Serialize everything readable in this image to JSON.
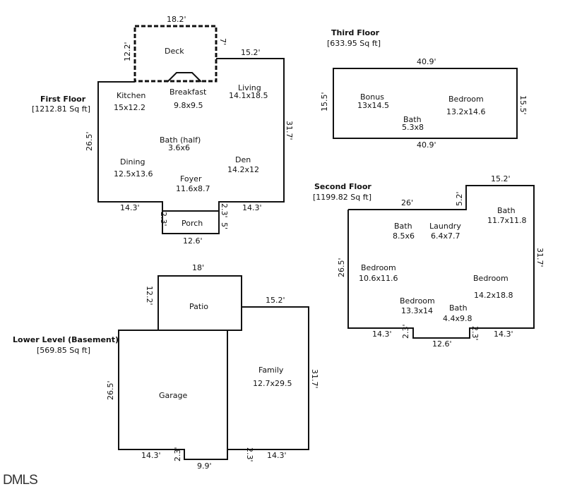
{
  "floors": {
    "first": {
      "title": "First Floor",
      "sqft": "[1212.81 Sq ft]",
      "rooms": [
        {
          "name": "Kitchen",
          "size": "15x12.2"
        },
        {
          "name": "Breakfast",
          "size": "9.8x9.5"
        },
        {
          "name": "Living",
          "size": "14.1x18.5"
        },
        {
          "name": "Bath (half)",
          "size": "3.6x6"
        },
        {
          "name": "Dining",
          "size": "12.5x13.6"
        },
        {
          "name": "Den",
          "size": "14.2x12"
        },
        {
          "name": "Foyer",
          "size": "11.6x8.7"
        },
        {
          "name": "Deck",
          "size": ""
        },
        {
          "name": "Porch",
          "size": ""
        }
      ],
      "dims": [
        "18.2'",
        "12.2'",
        "7'",
        "15.2'",
        "26.5'",
        "31.7'",
        "14.3'",
        "2.3'",
        "2.3'",
        "14.3'",
        "5'",
        "12.6'"
      ]
    },
    "third": {
      "title": "Third Floor",
      "sqft": "[633.95 Sq ft]",
      "rooms": [
        {
          "name": "Bonus",
          "size": "13x14.5"
        },
        {
          "name": "Bedroom",
          "size": "13.2x14.6"
        },
        {
          "name": "Bath",
          "size": "5.3x8"
        }
      ],
      "dims": [
        "40.9'",
        "15.5'",
        "15.5'",
        "40.9'"
      ]
    },
    "second": {
      "title": "Second Floor",
      "sqft": "[1199.82 Sq ft]",
      "rooms": [
        {
          "name": "Bath",
          "size": "11.7x11.8"
        },
        {
          "name": "Bath",
          "size": "8.5x6"
        },
        {
          "name": "Laundry",
          "size": "6.4x7.7"
        },
        {
          "name": "Bedroom",
          "size": "10.6x11.6"
        },
        {
          "name": "Bedroom",
          "size": "14.2x18.8"
        },
        {
          "name": "Bedroom",
          "size": "13.3x14"
        },
        {
          "name": "Bath",
          "size": "4.4x9.8"
        }
      ],
      "dims": [
        "15.2'",
        "5.2'",
        "26'",
        "26.5'",
        "31.7'",
        "14.3'",
        "2.3'",
        "12.6'",
        "2.3'",
        "14.3'"
      ]
    },
    "lower": {
      "title": "Lower Level (Basement)",
      "sqft": "[569.85 Sq ft]",
      "rooms": [
        {
          "name": "Patio",
          "size": ""
        },
        {
          "name": "Family",
          "size": "12.7x29.5"
        },
        {
          "name": "Garage",
          "size": ""
        }
      ],
      "dims": [
        "18'",
        "12.2'",
        "15.2'",
        "26.5'",
        "31.7'",
        "14.3'",
        "2.3'",
        "9.9'",
        "2.3'",
        "14.3'"
      ]
    }
  },
  "watermark": "DMLS"
}
